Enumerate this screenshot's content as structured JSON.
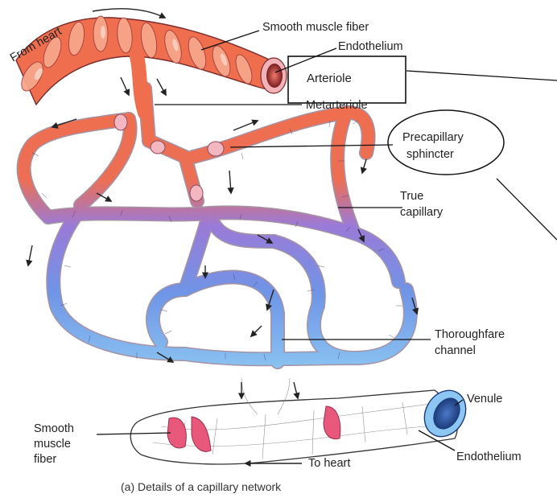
{
  "labels": {
    "from_heart": "From heart",
    "smooth_muscle_fiber_top": "Smooth muscle fiber",
    "endothelium_top": "Endothelium",
    "arteriole": "Arteriole",
    "metarteriole": "Metarteriole",
    "precapillary_line1": "Precapillary",
    "precapillary_line2": "sphincter",
    "true_capillary_line1": "True",
    "true_capillary_line2": "capillary",
    "thoroughfare_line1": "Thoroughfare",
    "thoroughfare_line2": "channel",
    "venule": "Venule",
    "smooth_muscle_line1": "Smooth",
    "smooth_muscle_line2": "muscle",
    "smooth_muscle_line3": "fiber",
    "endothelium_bottom": "Endothelium",
    "to_heart": "To heart"
  },
  "caption": "(a) Details of a capillary network",
  "colors": {
    "arterial": "#ee6e4e",
    "arterial_light": "#f6a58a",
    "sphincter": "#f3b7c2",
    "mid": "#9a7ad8",
    "venous": "#6f95e6",
    "venous_light": "#8cc6f2",
    "venule_lumen": "#2f5aa6"
  }
}
